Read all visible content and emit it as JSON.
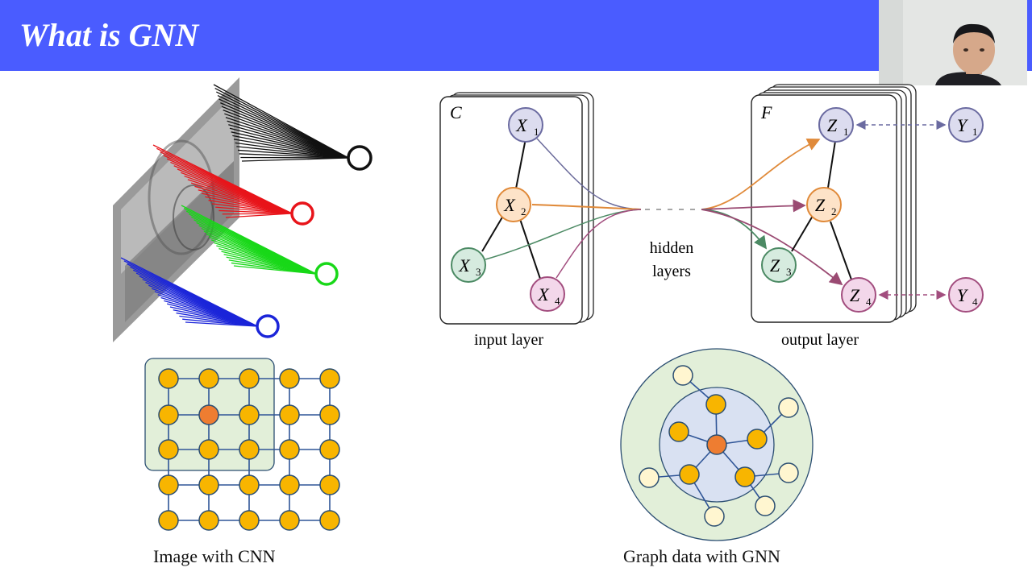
{
  "slide": {
    "title": "What is GNN"
  },
  "cnn_caption": "Image with CNN",
  "gnn_caption": "Graph data with GNN",
  "gcn": {
    "input_label": "input layer",
    "output_label": "output layer",
    "hidden_label_1": "hidden",
    "hidden_label_2": "layers",
    "input_channels": "C",
    "output_channels": "F",
    "inputs": [
      "X",
      "X",
      "X",
      "X"
    ],
    "outputs": [
      "Z",
      "Z",
      "Z",
      "Z"
    ],
    "labels": [
      "Y",
      "Y"
    ],
    "subscripts": [
      "1",
      "2",
      "3",
      "4"
    ]
  },
  "colors": {
    "title_bar": "#4a5cff",
    "node_orange": "#f8b500",
    "node_center": "#ee7d31",
    "node_light": "#fff6d0",
    "receptive_field": "#e2efd9",
    "purple_node": "#dcdcef",
    "orange_node": "#fde3c8",
    "green_node": "#d6ebdf",
    "pink_node": "#f3d7ea"
  },
  "icons": [
    "webcam-presenter",
    "cnn-receptive-field-illustration"
  ]
}
